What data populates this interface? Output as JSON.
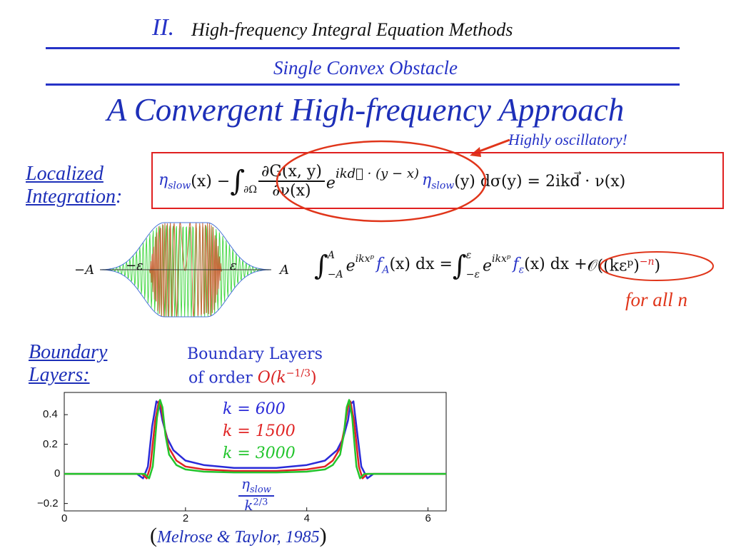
{
  "header": {
    "roman_numeral": "II.",
    "section_title": "High-frequency Integral Equation Methods",
    "subsection": "Single Convex Obstacle"
  },
  "title": "A Convergent High-frequency Approach",
  "callout": "Highly oscillatory!",
  "localized": {
    "label_line1": "Localized",
    "label_line2": "Integration",
    "label_colon": ":",
    "equation": {
      "eta": "η",
      "slow": "slow",
      "part_x": "(x) − ",
      "integral": "∫",
      "domain": "∂Ω",
      "numerator": "∂G(x, y)",
      "denominator": "∂ν(x)",
      "exp_base": "e",
      "exp_power": "ikd⃗ · (y − x)",
      "part_y": "(y) dσ(y) = 2ikd⃗ · ν(x)"
    },
    "interval": {
      "minus_A": "−A",
      "minus_eps": "−ε",
      "eps": "ε",
      "A": "A"
    },
    "identity": {
      "int1": "∫",
      "upper1": "A",
      "lower1": "−A",
      "e1": "e",
      "pow1": "ikxᵖ",
      "fA": "f",
      "fA_sub": "A",
      "fA_arg": "(x) dx = ",
      "int2": "∫",
      "upper2": "ε",
      "lower2": "−ε",
      "e2": "e",
      "pow2": "ikxᵖ",
      "fe": "f",
      "fe_sub": "ε",
      "fe_arg": "(x) dx + ",
      "order_open": "𝒪((kεᵖ)",
      "order_pow": "−n",
      "order_close": ")"
    },
    "for_all": "for all n"
  },
  "boundary": {
    "label_line1": "Boundary",
    "label_line2": "Layers:",
    "caption_line1": "Boundary Layers",
    "caption_line2_prefix": "of order ",
    "caption_line2_order": "O(k",
    "caption_line2_pow": "−1/3",
    "caption_line2_close": ")",
    "legend": [
      {
        "label": "k = 600",
        "color": "#2a2ad8"
      },
      {
        "label": "k = 1500",
        "color": "#e02424"
      },
      {
        "label": "k = 3000",
        "color": "#22c52c"
      }
    ],
    "ylabel_num": "η",
    "ylabel_num_sub": "slow",
    "ylabel_den": "k",
    "ylabel_den_pow": "2/3"
  },
  "citation": {
    "open": "(",
    "text": "Melrose & Taylor, 1985",
    "close": ")"
  },
  "chart_data": {
    "type": "line",
    "title": "",
    "xlabel": "",
    "ylabel": "η_slow / k^(2/3)",
    "xlim": [
      0,
      6.3
    ],
    "ylim": [
      -0.25,
      0.55
    ],
    "xticks": [
      "0",
      "2",
      "4",
      "6"
    ],
    "yticks": [
      "−0.2",
      "0",
      "0.2",
      "0.4"
    ],
    "series": [
      {
        "name": "k = 600",
        "color": "#2a2ad8",
        "x": [
          0,
          1.2,
          1.3,
          1.38,
          1.45,
          1.52,
          1.57,
          1.62,
          1.7,
          1.8,
          2.0,
          2.3,
          2.8,
          3.14,
          3.5,
          4.0,
          4.3,
          4.5,
          4.6,
          4.68,
          4.72,
          4.77,
          4.82,
          4.9,
          5.0,
          5.1,
          6.3
        ],
        "y": [
          0,
          0,
          -0.03,
          0.05,
          0.32,
          0.49,
          0.47,
          0.36,
          0.24,
          0.16,
          0.09,
          0.06,
          0.04,
          0.04,
          0.04,
          0.06,
          0.09,
          0.16,
          0.24,
          0.36,
          0.47,
          0.49,
          0.32,
          0.05,
          -0.03,
          0,
          0
        ]
      },
      {
        "name": "k = 1500",
        "color": "#e02424",
        "x": [
          0,
          1.28,
          1.36,
          1.42,
          1.5,
          1.56,
          1.6,
          1.66,
          1.72,
          1.85,
          2.0,
          2.3,
          2.8,
          3.14,
          3.5,
          4.0,
          4.3,
          4.43,
          4.56,
          4.62,
          4.68,
          4.72,
          4.78,
          4.86,
          4.92,
          5.0,
          6.3
        ],
        "y": [
          0,
          0,
          -0.03,
          0.05,
          0.36,
          0.49,
          0.45,
          0.3,
          0.18,
          0.09,
          0.05,
          0.03,
          0.02,
          0.02,
          0.02,
          0.03,
          0.05,
          0.09,
          0.18,
          0.3,
          0.45,
          0.49,
          0.36,
          0.05,
          -0.03,
          0,
          0
        ]
      },
      {
        "name": "k = 3000",
        "color": "#22c52c",
        "x": [
          0,
          1.33,
          1.4,
          1.46,
          1.53,
          1.58,
          1.62,
          1.67,
          1.73,
          1.85,
          2.0,
          2.3,
          2.8,
          3.14,
          3.5,
          4.0,
          4.3,
          4.43,
          4.55,
          4.61,
          4.66,
          4.7,
          4.75,
          4.82,
          4.88,
          4.95,
          6.3
        ],
        "y": [
          0,
          0,
          -0.03,
          0.05,
          0.38,
          0.5,
          0.45,
          0.26,
          0.13,
          0.06,
          0.03,
          0.015,
          0.01,
          0.01,
          0.01,
          0.015,
          0.03,
          0.06,
          0.13,
          0.26,
          0.45,
          0.5,
          0.38,
          0.05,
          -0.03,
          0,
          0
        ]
      }
    ]
  }
}
